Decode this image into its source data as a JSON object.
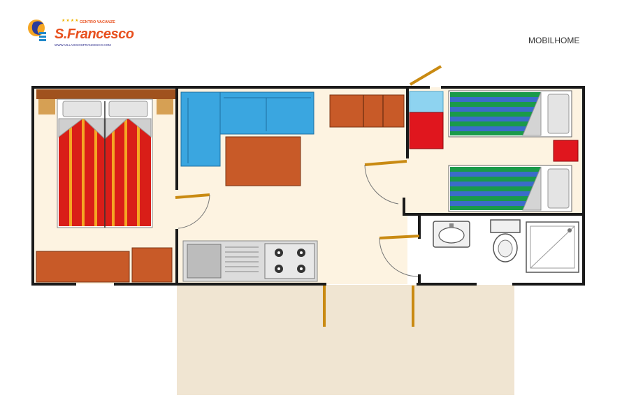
{
  "header": {
    "title": "MOBILHOME"
  },
  "logo": {
    "brand": "S.Francesco",
    "tagline": "CENTRO VACANZE",
    "url": "WWW.VILLAGGIOSFRANCESCO.COM",
    "stars": "★★★★"
  },
  "colors": {
    "floor": "#fdf3e1",
    "terrace": "#f0e5d2",
    "wall": "#1a1a1a",
    "door": "#c98a12",
    "furniture": "#c85a28",
    "sofa": "#3aa6e0",
    "bedspread_red": "#d91e18",
    "bedspread_stripe": "#f5a623",
    "bunk_green": "#1a9a4a",
    "bunk_blue": "#3b6cc9",
    "red_block": "#e0161e"
  }
}
